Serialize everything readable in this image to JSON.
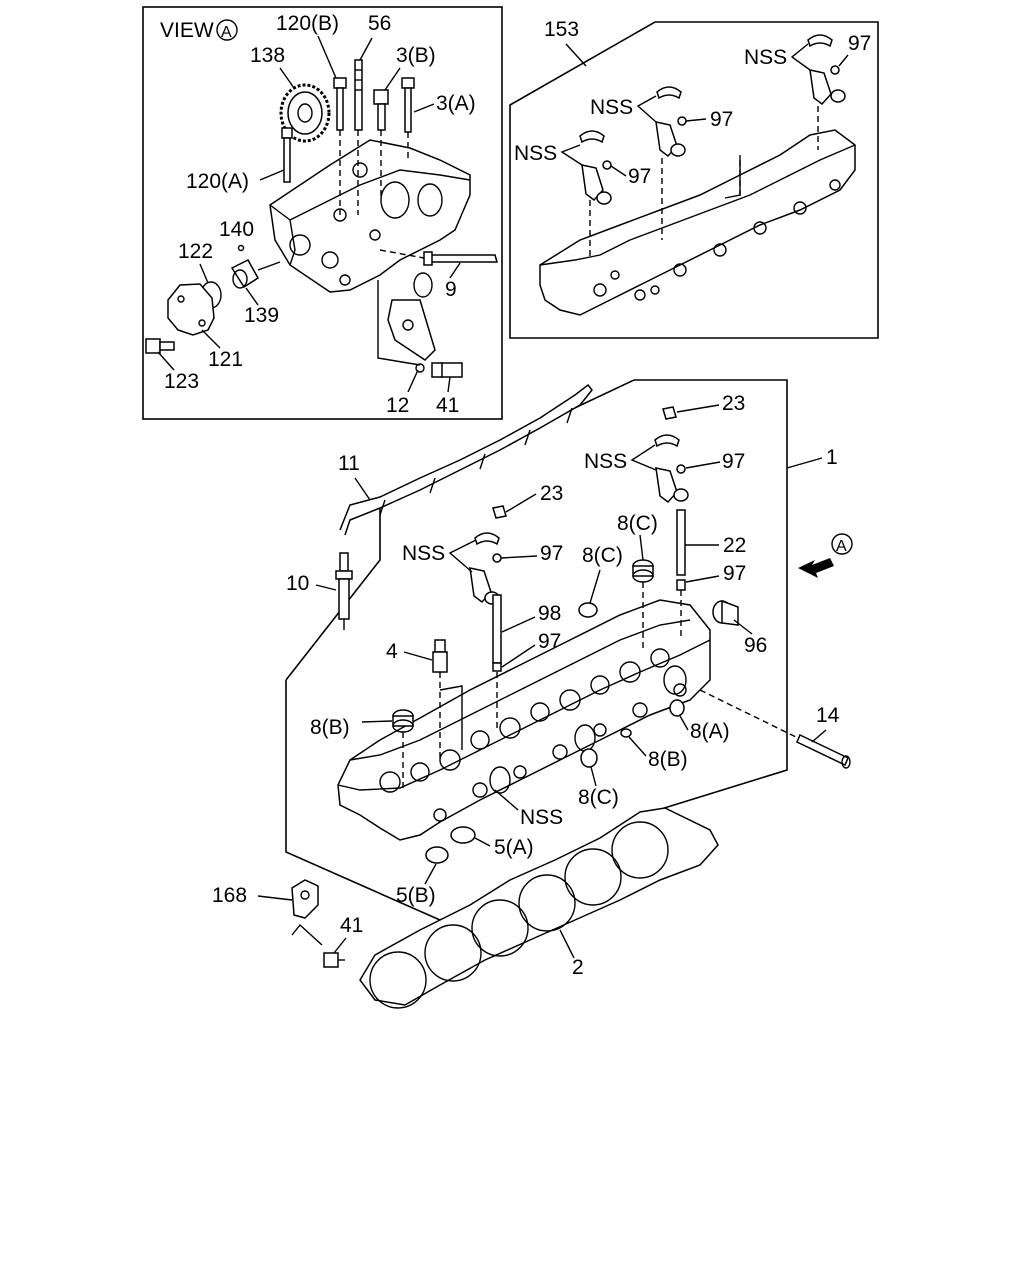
{
  "view_a": {
    "title_prefix": "VIEW",
    "title_letter": "A",
    "labels": {
      "c120b": "120(B)",
      "c56": "56",
      "c138": "138",
      "c3b": "3(B)",
      "c3a": "3(A)",
      "c120a": "120(A)",
      "c140": "140",
      "c122": "122",
      "c9": "9",
      "c139": "139",
      "c121": "121",
      "c123": "123",
      "c12": "12",
      "c41": "41"
    }
  },
  "inset_153": {
    "labels": {
      "c153": "153",
      "nss1": "NSS",
      "c97a": "97",
      "nss2": "NSS",
      "c97b": "97",
      "nss3": "NSS",
      "c97c": "97"
    }
  },
  "main": {
    "view_marker": "A",
    "labels": {
      "c23a": "23",
      "c1": "1",
      "nss4": "NSS",
      "c97d": "97",
      "c11": "11",
      "c23b": "23",
      "c8c1": "8(C)",
      "c22": "22",
      "nss5": "NSS",
      "c97e": "97",
      "c8c2": "8(C)",
      "c97f": "97",
      "c10": "10",
      "c98": "98",
      "c96": "96",
      "c4": "4",
      "c97g": "97",
      "c14": "14",
      "c8b1": "8(B)",
      "c8a": "8(A)",
      "c8b2": "8(B)",
      "c8c3": "8(C)",
      "nss6": "NSS",
      "c5a": "5(A)",
      "c5b": "5(B)",
      "c168": "168",
      "c41b": "41",
      "c2": "2"
    }
  }
}
